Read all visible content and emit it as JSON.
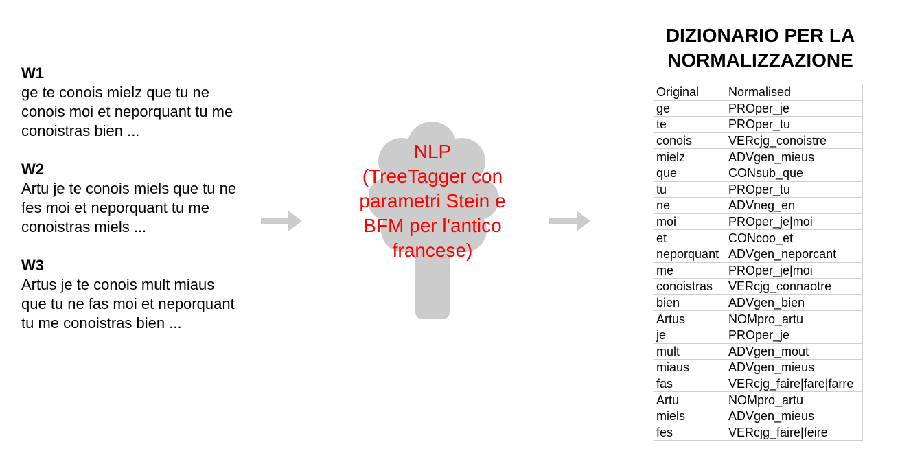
{
  "witnesses": [
    {
      "id": "W1",
      "text": "ge te conois mielz que tu ne conois moi et neporquant tu me conoistras bien ..."
    },
    {
      "id": "W2",
      "text": "Artu je te conois miels que tu ne fes moi et neporquant tu me conoistras miels ..."
    },
    {
      "id": "W3",
      "text": "Artus je te conois mult miaus que tu ne fas moi et neporquant tu me conoistras bien ..."
    }
  ],
  "nlp": {
    "lines": [
      "NLP",
      "(TreeTagger con",
      "parametri Stein e",
      "BFM per l'antico",
      "francese)"
    ],
    "color": "#ff0000",
    "tree_color": "#cccccc"
  },
  "dictionary": {
    "title_lines": [
      "DIZIONARIO PER LA",
      "NORMALIZZAZIONE"
    ],
    "header": [
      "Original",
      "Normalised"
    ],
    "rows": [
      [
        "ge",
        "PROper_je"
      ],
      [
        "te",
        "PROper_tu"
      ],
      [
        "conois",
        "VERcjg_conoistre"
      ],
      [
        "mielz",
        "ADVgen_mieus"
      ],
      [
        "que",
        "CONsub_que"
      ],
      [
        "tu",
        "PROper_tu"
      ],
      [
        "ne",
        "ADVneg_en"
      ],
      [
        "moi",
        "PROper_je|moi"
      ],
      [
        "et",
        "CONcoo_et"
      ],
      [
        "neporquant",
        "ADVgen_neporcant"
      ],
      [
        "me",
        "PROper_je|moi"
      ],
      [
        "conoistras",
        "VERcjg_connaotre"
      ],
      [
        "bien",
        "ADVgen_bien"
      ],
      [
        "Artus",
        "NOMpro_artu"
      ],
      [
        "je",
        "PROper_je"
      ],
      [
        "mult",
        "ADVgen_mout"
      ],
      [
        "miaus",
        "ADVgen_mieus"
      ],
      [
        "fas",
        "VERcjg_faire|fare|farre"
      ],
      [
        "Artu",
        "NOMpro_artu"
      ],
      [
        "miels",
        "ADVgen_mieus"
      ],
      [
        "fes",
        "VERcjg_faire|feire"
      ]
    ]
  },
  "arrow_color": "#cccccc"
}
